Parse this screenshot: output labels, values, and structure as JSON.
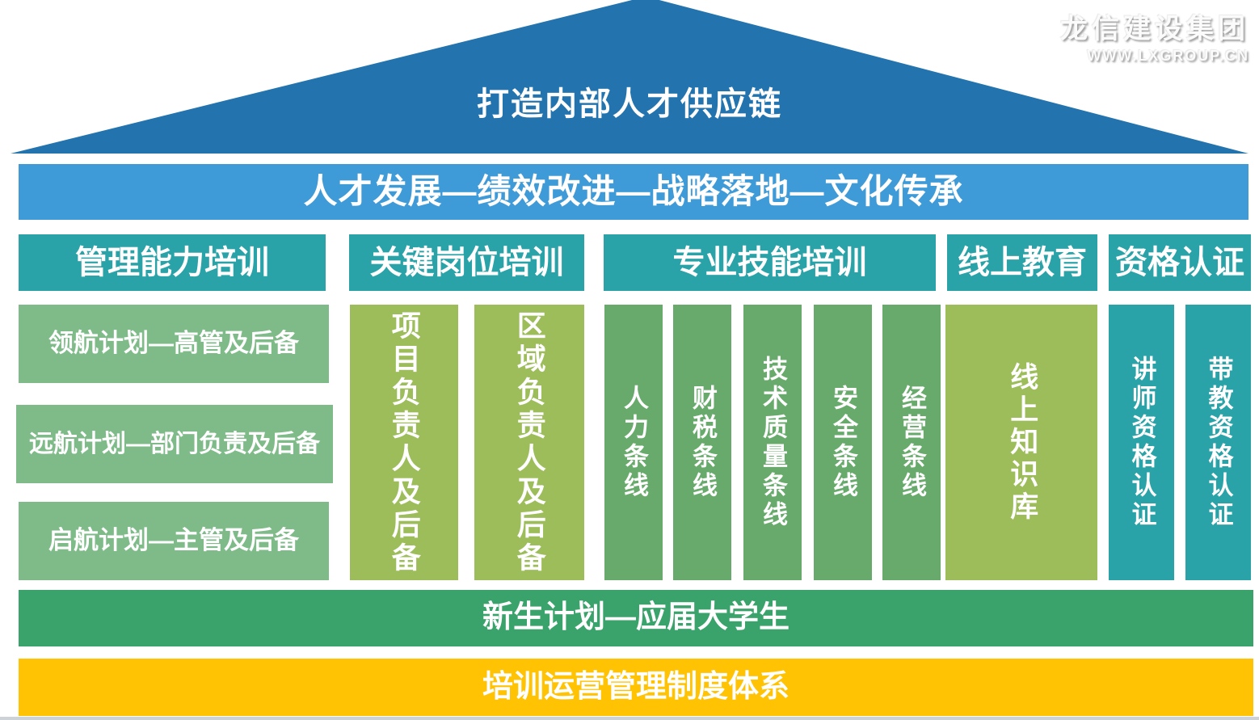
{
  "brand": {
    "name": "龙信建设集团",
    "site": "WWW.LXGROUP.CN"
  },
  "roof": {
    "title": "打造内部人才供应链"
  },
  "beam": {
    "label": "人才发展—绩效改进—战略落地—文化传承"
  },
  "pillars": [
    {
      "header": "管理能力培训",
      "items": [
        "领航计划—高管及后备",
        "远航计划—部门负责及后备",
        "启航计划—主管及后备"
      ]
    },
    {
      "header": "关键岗位培训",
      "items": [
        "项目负责人及后备",
        "区域负责人及后备"
      ]
    },
    {
      "header": "专业技能培训",
      "items": [
        "人力条线",
        "财税条线",
        "技术质量条线",
        "安全条线",
        "经营条线"
      ]
    },
    {
      "header": "线上教育",
      "items": [
        "线上知识库"
      ]
    },
    {
      "header": "资格认证",
      "items": [
        "讲师资格认证",
        "带教资格认证"
      ]
    }
  ],
  "base": [
    {
      "label": "新生计划—应届大学生"
    },
    {
      "label": "培训运营管理制度体系"
    }
  ],
  "colors": {
    "roof_blue": "#2273AE",
    "beam_blue": "#3F9AD8",
    "header_teal": "#29A2A8",
    "sage_green": "#7EBB89",
    "yellow_green": "#9DBD5A",
    "medium_green": "#68AA6C",
    "freshman_green": "#3AA26B",
    "system_yellow": "#FFC303"
  }
}
